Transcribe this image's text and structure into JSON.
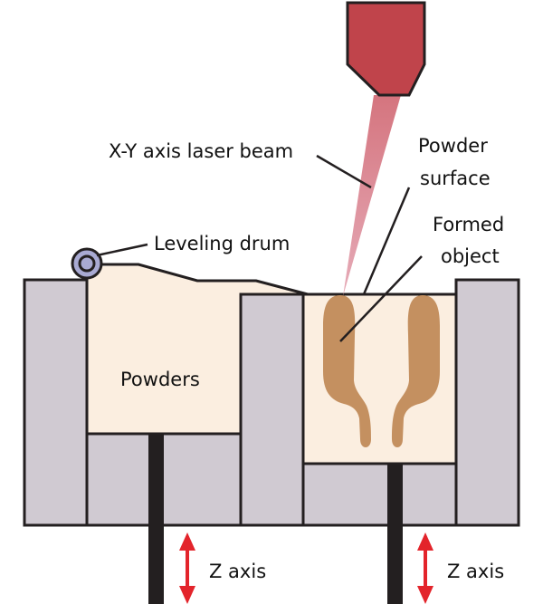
{
  "title": "Selective laser sintering (powder bed fusion) schematic",
  "labels": {
    "laser_beam": "X-Y axis laser beam",
    "powder_surface_line1": "Powder",
    "powder_surface_line2": "surface",
    "formed_object_line1": "Formed",
    "formed_object_line2": "object",
    "leveling_drum": "Leveling drum",
    "powders": "Powders",
    "z_axis_left": "Z axis",
    "z_axis_right": "Z axis"
  },
  "colors": {
    "laser_head": "#c0444b",
    "laser_beam": "#d6808c",
    "powder": "#fbeee0",
    "formed_object": "#c49060",
    "wall": "#d0cad2",
    "drum": "#a9aad3",
    "piston_rod": "#231f20",
    "z_arrow": "#e3242b",
    "outline": "#231f20"
  },
  "components": [
    "laser-head",
    "laser-beam",
    "leveling-drum",
    "powder-supply-chamber",
    "build-chamber",
    "formed-object",
    "supply-piston",
    "build-piston"
  ]
}
